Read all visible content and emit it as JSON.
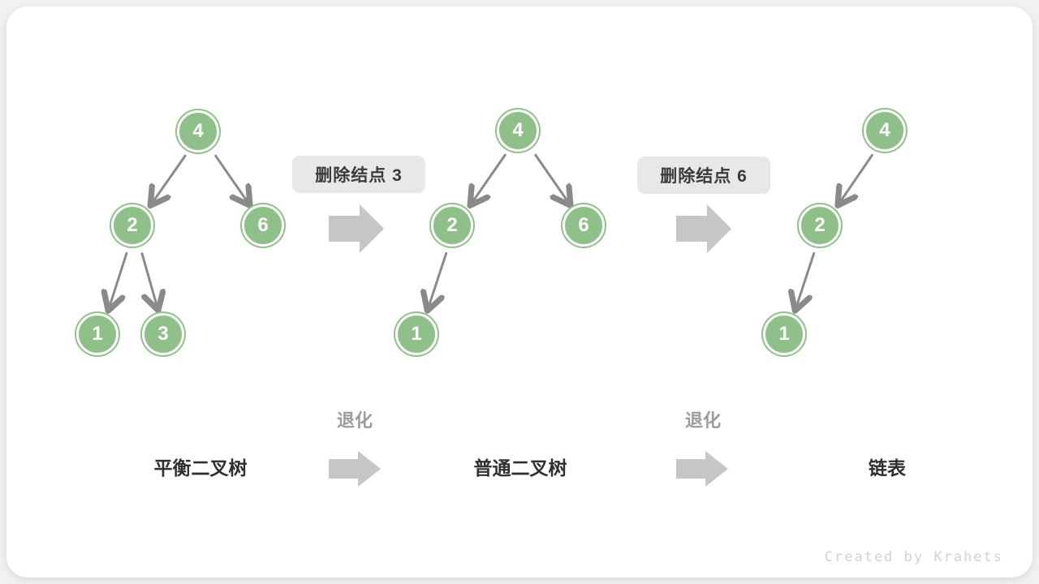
{
  "diagram_title": "binary-tree-degradation",
  "colors": {
    "node_green": "#90c08a",
    "edge_gray": "#8a8a8a",
    "block_arrow_gray": "#c6c6c6",
    "op_label_bg": "#e8e8e8",
    "op_label_text": "#3a3a3a",
    "degrade_text": "#9c9c9c",
    "tree_label_text": "#2f2f2f",
    "card_bg": "#ffffff",
    "page_bg": "#f1f1f1"
  },
  "trees": [
    {
      "label": "平衡二叉树",
      "nodes": [
        {
          "value": "4"
        },
        {
          "value": "2"
        },
        {
          "value": "6"
        },
        {
          "value": "1"
        },
        {
          "value": "3"
        }
      ]
    },
    {
      "label": "普通二叉树",
      "nodes": [
        {
          "value": "4"
        },
        {
          "value": "2"
        },
        {
          "value": "6"
        },
        {
          "value": "1"
        }
      ]
    },
    {
      "label": "链表",
      "nodes": [
        {
          "value": "4"
        },
        {
          "value": "2"
        },
        {
          "value": "1"
        }
      ]
    }
  ],
  "operations": [
    {
      "label": "删除结点 3"
    },
    {
      "label": "删除结点 6"
    }
  ],
  "degrade": {
    "label": "退化"
  },
  "watermark": "Created by Krahets"
}
